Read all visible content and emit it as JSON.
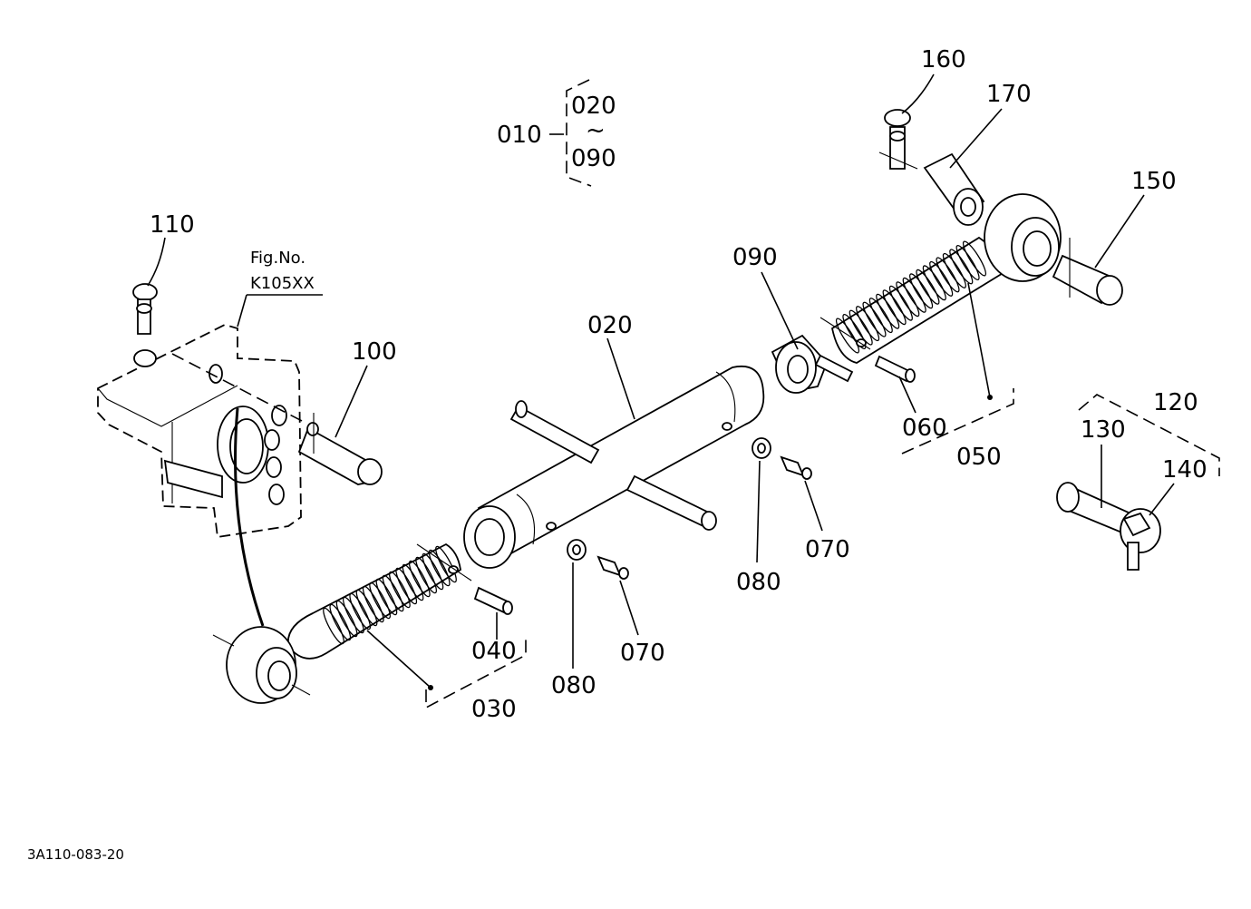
{
  "diagram": {
    "drawing_code": "3A110-083-20",
    "figure_reference": {
      "line1": "Fig.No.",
      "line2": "K105XX"
    },
    "assembly_range": {
      "assembly": "010",
      "from": "020",
      "tilde": "~",
      "to": "090"
    },
    "labels": {
      "p020": "020",
      "p030": "030",
      "p040": "040",
      "p050": "050",
      "p060": "060",
      "p070a": "070",
      "p070b": "070",
      "p080a": "080",
      "p080b": "080",
      "p090": "090",
      "p100": "100",
      "p110": "110",
      "p120": "120",
      "p130": "130",
      "p140": "140",
      "p150": "150",
      "p160": "160",
      "p170": "170"
    }
  }
}
